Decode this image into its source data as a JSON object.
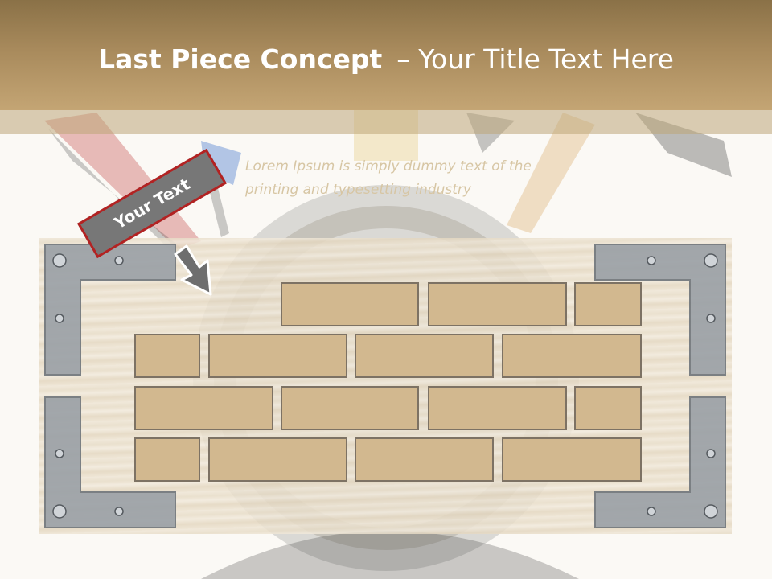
{
  "slide": {
    "title_bold": "Last Piece Concept",
    "title_rest": "– Your Title Text Here",
    "body_text_line1": "Lorem Ipsum is simply dummy text of the",
    "body_text_line2": "printing and typesetting industry",
    "callout_label": "Your Text"
  },
  "theme": {
    "header_color": "#a88a5c",
    "brick_fill": "#d2b88f",
    "brick_border": "#7d7264",
    "callout_fill": "#777777",
    "callout_border": "#b32222"
  },
  "icons": {
    "pointer_arrow": "arrow-down-right-icon",
    "background_art": "tools-illustration-icon"
  }
}
